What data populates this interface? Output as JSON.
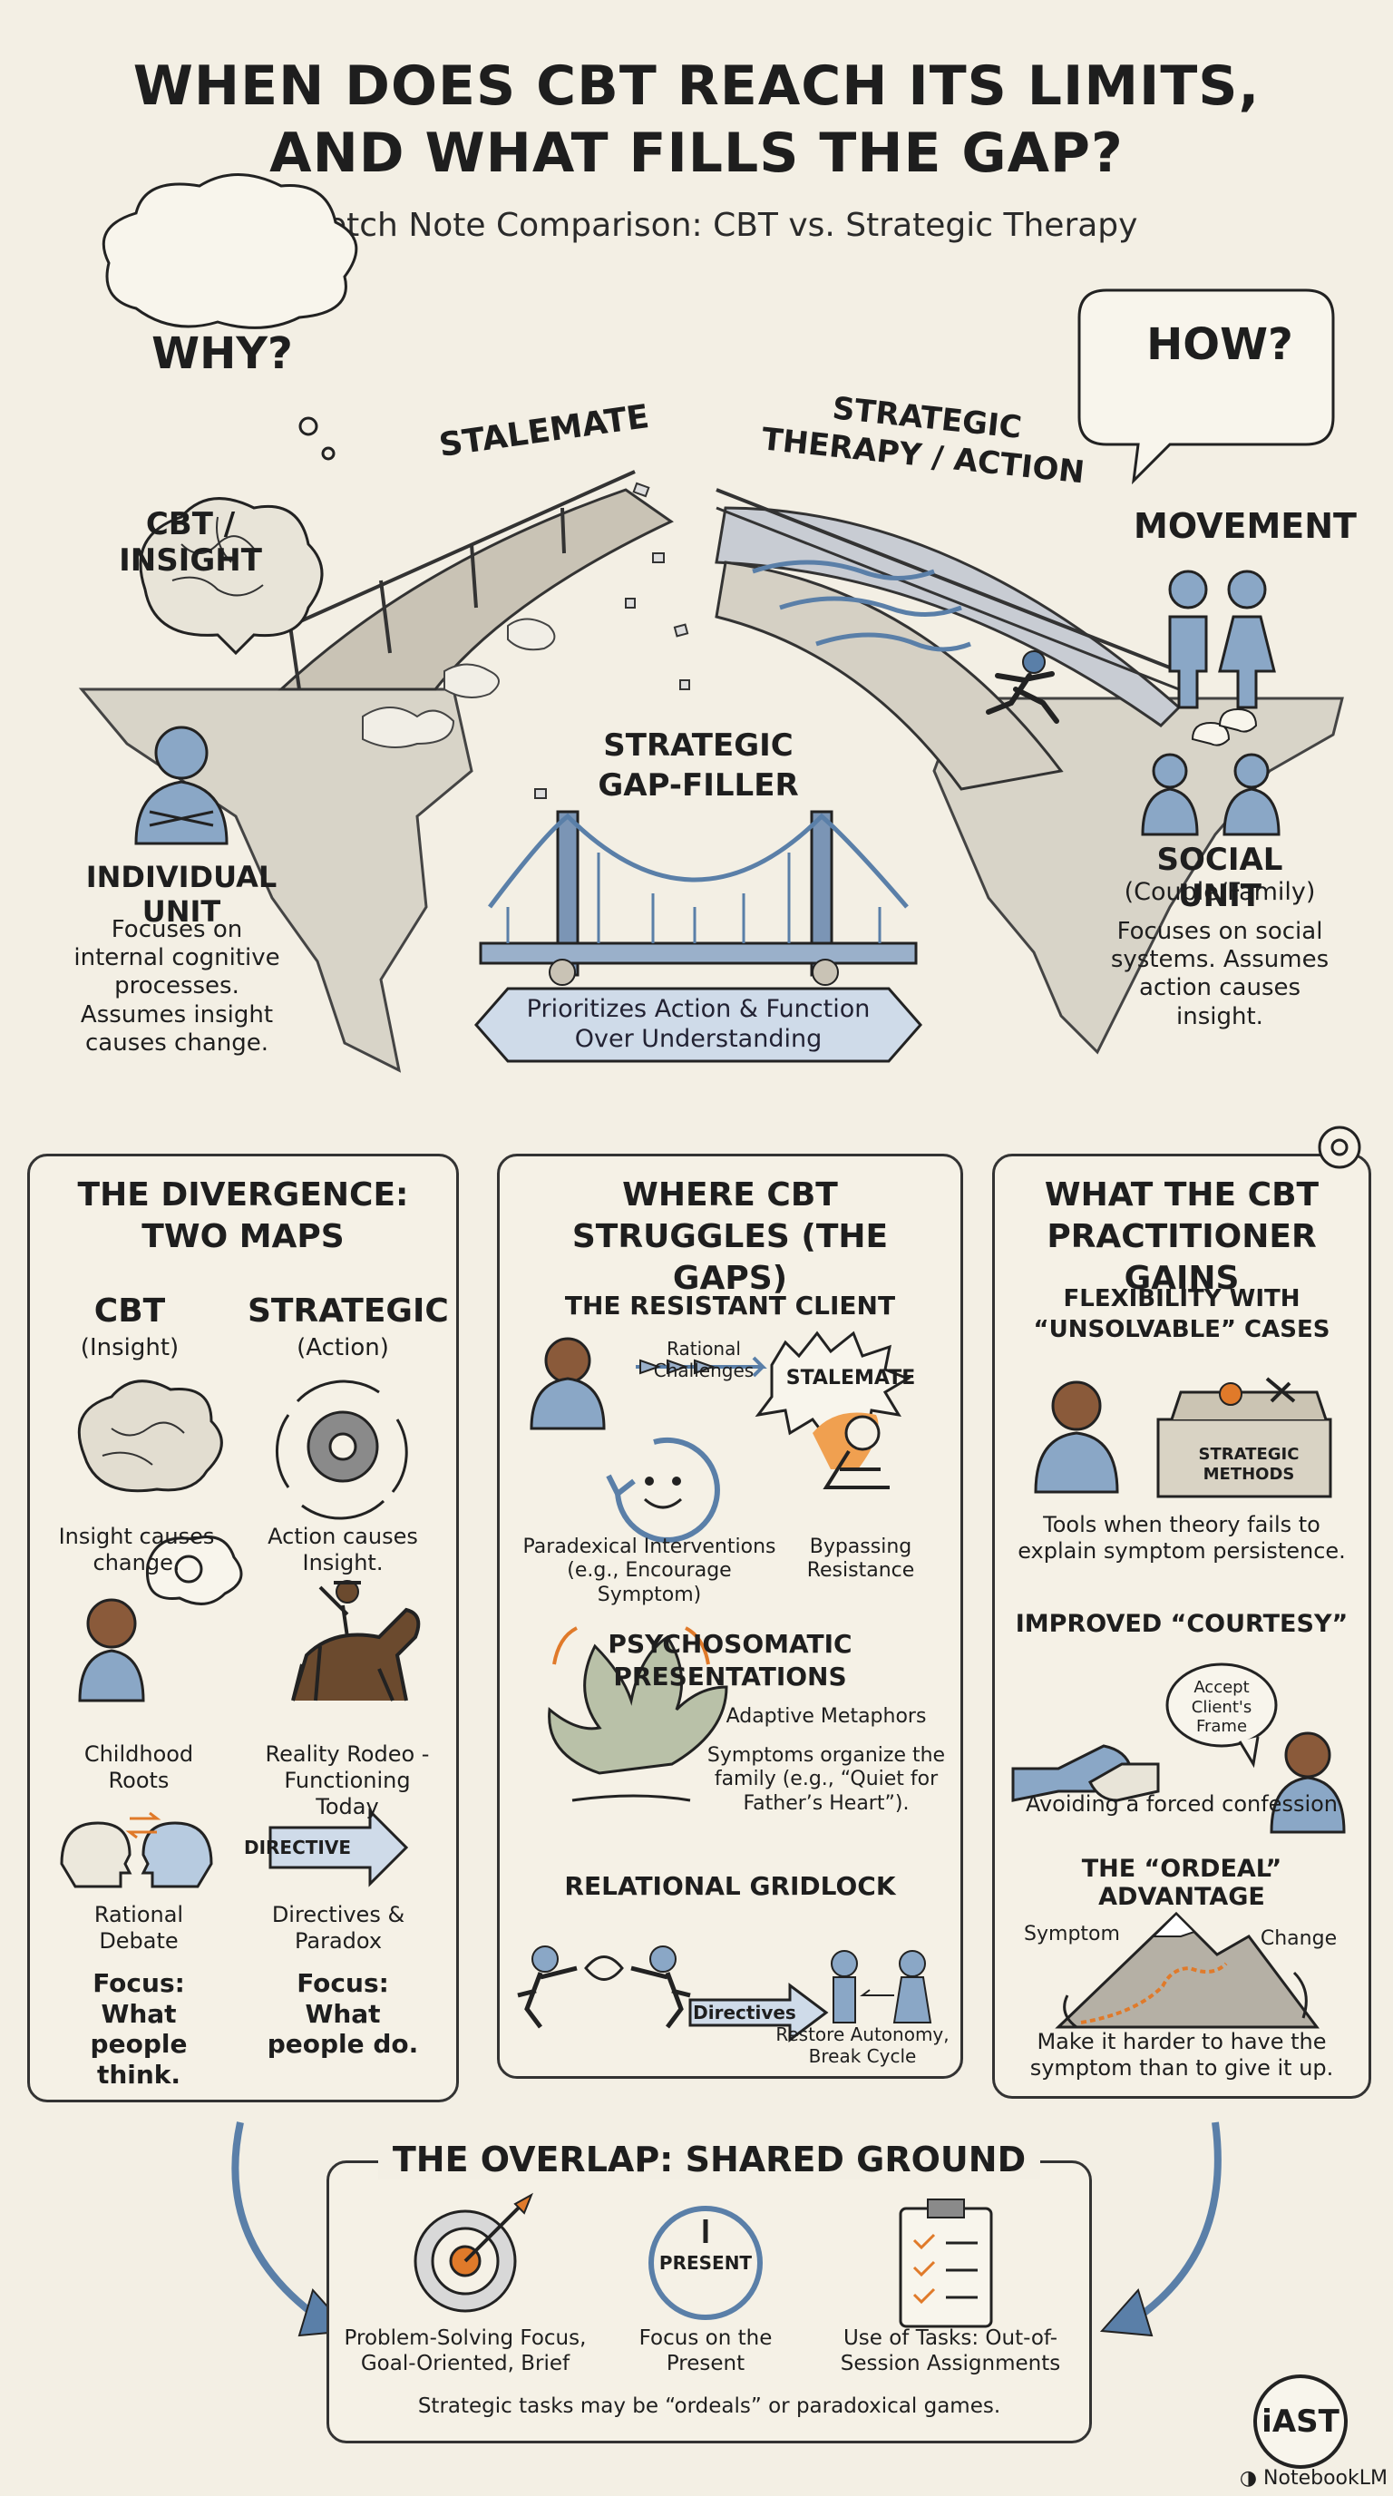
{
  "title_line1": "WHEN DOES CBT REACH ITS LIMITS,",
  "title_line2": "AND WHAT FILLS THE GAP?",
  "subtitle": "A Sketch Note Comparison: CBT vs. Strategic Therapy",
  "top": {
    "why": "WHY?",
    "how": "HOW?",
    "stalemate": "STALEMATE",
    "strategic_action": "STRATEGIC THERAPY / ACTION",
    "cbt_insight": "CBT / INSIGHT",
    "movement": "MOVEMENT",
    "gap_filler": "STRATEGIC GAP-FILLER",
    "banner": "Prioritizes Action & Function Over Understanding",
    "individual_unit": "INDIVIDUAL UNIT",
    "individual_desc": "Focuses on internal cognitive processes. Assumes insight causes change.",
    "social_unit": "SOCIAL UNIT",
    "social_sub": "(Couple/Family)",
    "social_desc": "Focuses on social systems. Assumes action causes insight."
  },
  "divergence": {
    "title": "THE DIVERGENCE: TWO MAPS",
    "cbt": "CBT",
    "cbt_sub": "(Insight)",
    "strategic": "STRATEGIC",
    "strategic_sub": "(Action)",
    "insight_change": "Insight causes change.",
    "action_insight": "Action causes Insight.",
    "childhood": "Childhood Roots",
    "rodeo": "Reality Rodeo - Functioning Today",
    "directive": "DIRECTIVE",
    "rational_debate": "Rational Debate",
    "directives_paradox": "Directives & Paradox",
    "focus_think": "Focus: What people think.",
    "focus_do": "Focus: What people do."
  },
  "struggles": {
    "title": "WHERE CBT STRUGGLES (THE GAPS)",
    "resistant": "THE RESISTANT CLIENT",
    "rational_challenges": "Rational Challenges",
    "stalemate": "STALEMATE",
    "paradoxical": "Paradexical Interventions (e.g., Encourage Symptom)",
    "bypassing": "Bypassing Resistance",
    "psychosomatic": "PSYCHOSOMATIC PRESENTATIONS",
    "adaptive": "Adaptive Metaphors",
    "symptoms_organize": "Symptoms organize the family (e.g., “Quiet for Father’s Heart”).",
    "gridlock": "RELATIONAL GRIDLOCK",
    "directives": "Directives",
    "restore": "Restore Autonomy, Break Cycle"
  },
  "gains": {
    "title": "WHAT THE CBT PRACTITIONER GAINS",
    "flexibility": "FLEXIBILITY WITH “UNSOLVABLE” CASES",
    "strategic_methods": "STRATEGIC METHODS",
    "tools": "Tools when theory fails to explain symptom persistence.",
    "courtesy": "IMPROVED “COURTESY”",
    "accept_frame": "Accept Client's Frame",
    "avoiding": "Avoiding a forced confession",
    "ordeal": "THE “ORDEAL” ADVANTAGE",
    "symptom": "Symptom",
    "change": "Change",
    "harder": "Make it harder to have the symptom than to give it up."
  },
  "overlap": {
    "title": "THE OVERLAP: SHARED GROUND",
    "present": "PRESENT",
    "item1": "Problem-Solving Focus, Goal-Oriented, Brief",
    "item2": "Focus on the Present",
    "item3": "Use of Tasks: Out-of-Session Assignments",
    "footer": "Strategic tasks may be “ordeals” or paradoxical games."
  },
  "badge": "iAST",
  "brand": "NotebookLM",
  "colors": {
    "background": "#f3efe4",
    "accent_blue": "#5a7fa8",
    "accent_orange": "#e07a2a",
    "ink": "#1e1e1e"
  }
}
